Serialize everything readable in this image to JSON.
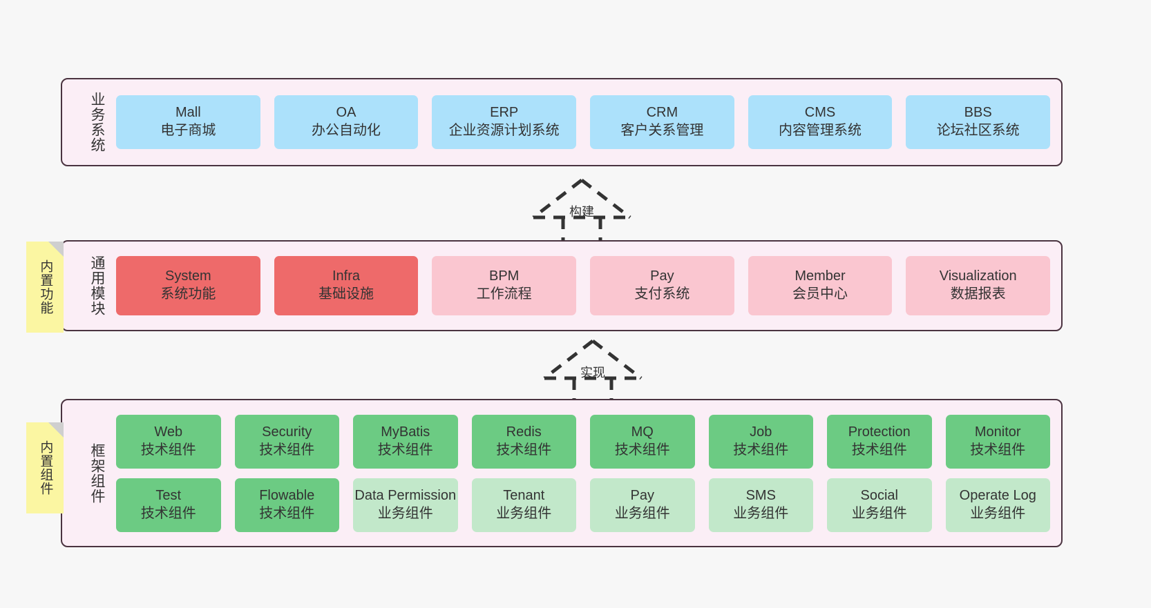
{
  "palette": {
    "layer_bg": "#fbeef6",
    "layer_border": "#4a3340",
    "blue": "#ace1fb",
    "red": "#ee6a6a",
    "pink": "#fac6d0",
    "green": "#6ccb83",
    "light_green": "#c2e8ca",
    "note_yellow": "#fbf6a2",
    "note_fold": "#cfcfcf",
    "canvas": "#f7f7f7"
  },
  "layers": {
    "business": {
      "title": "业务系统",
      "cards": [
        {
          "en": "Mall",
          "cn": "电子商城"
        },
        {
          "en": "OA",
          "cn": "办公自动化"
        },
        {
          "en": "ERP",
          "cn": "企业资源计划系统"
        },
        {
          "en": "CRM",
          "cn": "客户关系管理"
        },
        {
          "en": "CMS",
          "cn": "内容管理系统"
        },
        {
          "en": "BBS",
          "cn": "论坛社区系统"
        }
      ]
    },
    "modules": {
      "title": "通用模块",
      "cards": [
        {
          "en": "System",
          "cn": "系统功能",
          "color": "red"
        },
        {
          "en": "Infra",
          "cn": "基础设施",
          "color": "red"
        },
        {
          "en": "BPM",
          "cn": "工作流程",
          "color": "pink"
        },
        {
          "en": "Pay",
          "cn": "支付系统",
          "color": "pink"
        },
        {
          "en": "Member",
          "cn": "会员中心",
          "color": "pink"
        },
        {
          "en": "Visualization",
          "cn": "数据报表",
          "color": "pink"
        }
      ]
    },
    "framework": {
      "title": "框架组件",
      "row1": [
        {
          "en": "Web",
          "cn": "技术组件",
          "color": "green"
        },
        {
          "en": "Security",
          "cn": "技术组件",
          "color": "green"
        },
        {
          "en": "MyBatis",
          "cn": "技术组件",
          "color": "green"
        },
        {
          "en": "Redis",
          "cn": "技术组件",
          "color": "green"
        },
        {
          "en": "MQ",
          "cn": "技术组件",
          "color": "green"
        },
        {
          "en": "Job",
          "cn": "技术组件",
          "color": "green"
        },
        {
          "en": "Protection",
          "cn": "技术组件",
          "color": "green"
        },
        {
          "en": "Monitor",
          "cn": "技术组件",
          "color": "green"
        }
      ],
      "row2": [
        {
          "en": "Test",
          "cn": "技术组件",
          "color": "green"
        },
        {
          "en": "Flowable",
          "cn": "技术组件",
          "color": "green"
        },
        {
          "en": "Data Permission",
          "cn": "业务组件",
          "color": "lgreen"
        },
        {
          "en": "Tenant",
          "cn": "业务组件",
          "color": "lgreen"
        },
        {
          "en": "Pay",
          "cn": "业务组件",
          "color": "lgreen"
        },
        {
          "en": "SMS",
          "cn": "业务组件",
          "color": "lgreen"
        },
        {
          "en": "Social",
          "cn": "业务组件",
          "color": "lgreen"
        },
        {
          "en": "Operate Log",
          "cn": "业务组件",
          "color": "lgreen"
        }
      ]
    }
  },
  "notes": [
    {
      "text": "内置功能"
    },
    {
      "text": "内置组件"
    }
  ],
  "connectors": [
    {
      "label": "构建"
    },
    {
      "label": "实现"
    }
  ]
}
